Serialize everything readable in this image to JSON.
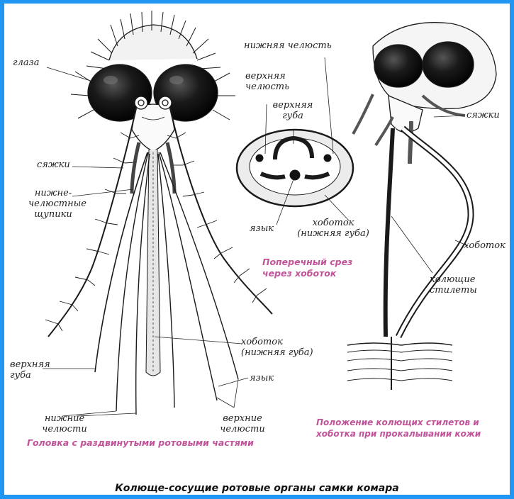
{
  "labels": {
    "eyes": "глаза",
    "antennae_left": "сяжки",
    "palps_line1": "нижне-",
    "palps_line2": "челюстные",
    "palps_line3": "щупики",
    "labrum_line1": "верхняя",
    "labrum_line2": "губа",
    "maxillae_line1": "нижние",
    "maxillae_line2": "челюсти",
    "mandibles_line1": "верхние",
    "mandibles_line2": "челюсти",
    "tongue": "язык",
    "proboscis_line1": "хоботок",
    "proboscis_line2": "(нижняя губа)",
    "section_maxilla": "нижняя челюсть",
    "section_mandible_line1": "верхняя",
    "section_mandible_line2": "челюсть",
    "section_labrum_line1": "верхняя",
    "section_labrum_line2": "губа",
    "section_tongue": "язык",
    "section_proboscis_line1": "хоботок",
    "section_proboscis_line2": "(нижняя губа)",
    "side_antennae": "сяжки",
    "side_proboscis": "хоботок",
    "side_stylets_line1": "колющие",
    "side_stylets_line2": "стилеты"
  },
  "captions": {
    "cross_section_line1": "Поперечный срез",
    "cross_section_line2": "через хоботок",
    "position_line1": "Положение колющих стилетов и",
    "position_line2": "хоботка при прокалывании кожи",
    "head": "Головка с раздвинутыми ротовыми частями"
  },
  "title": "Колюще-сосущие ротовые органы самки комара",
  "colors": {
    "border": "#2196f3",
    "caption": "#c2539a",
    "ink": "#1a1a1a"
  }
}
